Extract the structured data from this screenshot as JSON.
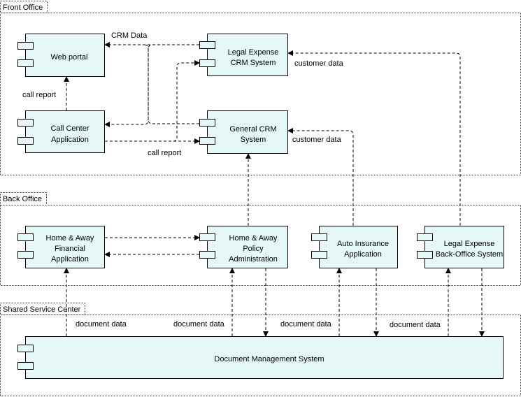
{
  "groups": {
    "front_office": "Front Office",
    "back_office": "Back Office",
    "shared_service_center": "Shared Service Center"
  },
  "components": {
    "web_portal": [
      "Web portal"
    ],
    "legal_crm": [
      "Legal Expense",
      "CRM System"
    ],
    "call_center": [
      "Call Center",
      "Application"
    ],
    "general_crm": [
      "General CRM",
      "System"
    ],
    "home_financial": [
      "Home & Away",
      "Financial",
      "Application"
    ],
    "home_policy": [
      "Home & Away",
      "Policy",
      "Administration"
    ],
    "auto_insurance": [
      "Auto Insurance",
      "Application"
    ],
    "legal_backoffice": [
      "Legal Expense",
      "Back-Office System"
    ],
    "dms": [
      "Document Management System"
    ]
  },
  "labels": {
    "crm_data": "CRM Data",
    "customer_data_1": "customer data",
    "call_report_1": "call report",
    "call_report_2": "call report",
    "customer_data_2": "customer data",
    "document_data_1": "document data",
    "document_data_2": "document data",
    "document_data_3": "document data",
    "document_data_4": "document data"
  }
}
